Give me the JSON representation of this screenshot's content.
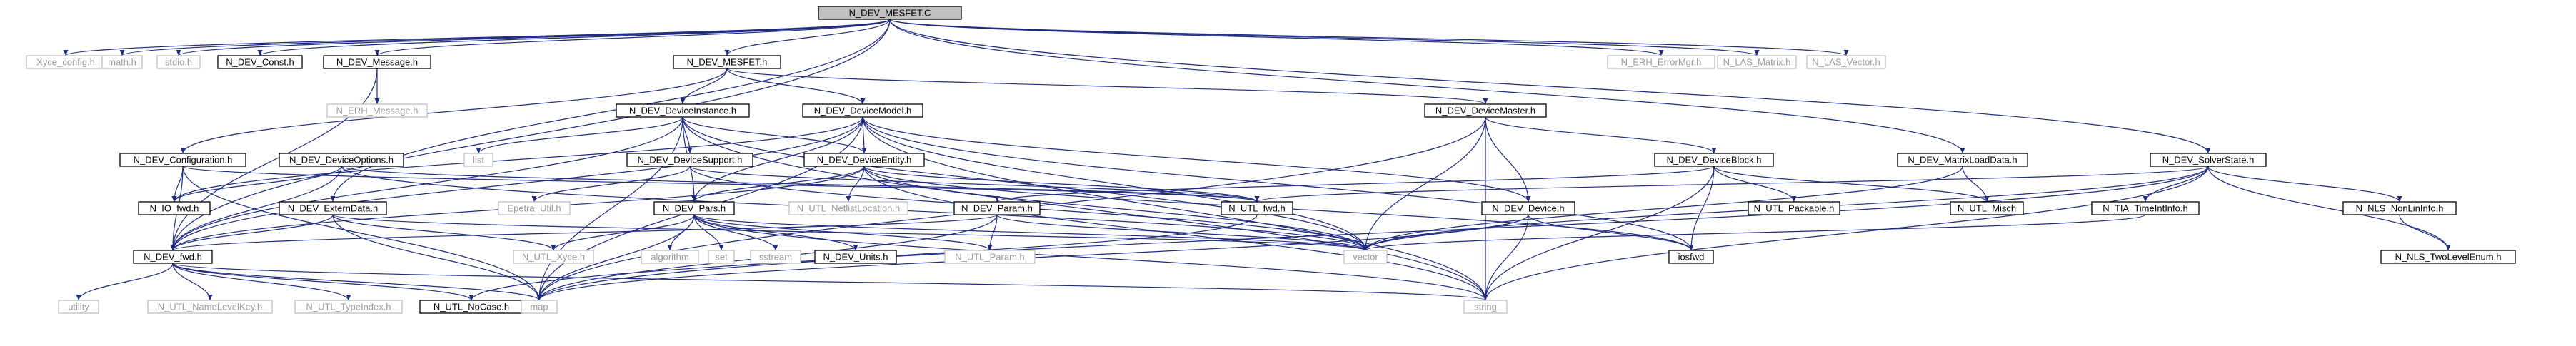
{
  "nodes": {
    "root": "N_DEV_MESFET.C",
    "xyce_config": "Xyce_config.h",
    "math": "math.h",
    "stdio": "stdio.h",
    "dev_const": "N_DEV_Const.h",
    "dev_message": "N_DEV_Message.h",
    "erh_message": "N_ERH_Message.h",
    "dev_mesfet_h": "N_DEV_MESFET.h",
    "erh_errormgr": "N_ERH_ErrorMgr.h",
    "las_matrix": "N_LAS_Matrix.h",
    "las_vector": "N_LAS_Vector.h",
    "dev_deviceinstance": "N_DEV_DeviceInstance.h",
    "dev_devicemodel": "N_DEV_DeviceModel.h",
    "dev_devicemaster": "N_DEV_DeviceMaster.h",
    "dev_configuration": "N_DEV_Configuration.h",
    "dev_deviceoptions": "N_DEV_DeviceOptions.h",
    "list": "list",
    "dev_devicesupport": "N_DEV_DeviceSupport.h",
    "dev_deviceentity": "N_DEV_DeviceEntity.h",
    "dev_deviceblock": "N_DEV_DeviceBlock.h",
    "dev_matrixloaddata": "N_DEV_MatrixLoadData.h",
    "dev_solverstate": "N_DEV_SolverState.h",
    "io_fwd": "N_IO_fwd.h",
    "dev_externdata": "N_DEV_ExternData.h",
    "epetra_util": "Epetra_Util.h",
    "dev_pars": "N_DEV_Pars.h",
    "utl_netlistlocation": "N_UTL_NetlistLocation.h",
    "utl_fwd": "N_UTL_fwd.h",
    "dev_param": "N_DEV_Param.h",
    "dev_device": "N_DEV_Device.h",
    "utl_packable": "N_UTL_Packable.h",
    "utl_misch": "N_UTL_Misch",
    "tia_timeintinfo": "N_TIA_TimeIntInfo.h",
    "nls_nonlininfo": "N_NLS_NonLinInfo.h",
    "dev_fwd": "N_DEV_fwd.h",
    "utl_xyce": "N_UTL_Xyce.h",
    "algorithm": "algorithm",
    "set": "set",
    "sstream": "sstream",
    "dev_units": "N_DEV_Units.h",
    "utl_param": "N_UTL_Param.h",
    "vector": "vector",
    "iosfwd": "iosfwd",
    "nls_twolevelenum": "N_NLS_TwoLevelEnum.h",
    "utility": "utility",
    "utl_namelevelkey": "N_UTL_NameLevelKey.h",
    "utl_typeindex": "N_UTL_TypeIndex.h",
    "utl_nocase": "N_UTL_NoCase.h",
    "map": "map",
    "string": "string"
  },
  "colors": {
    "edge": "#1f2b80",
    "root_fill": "#bfbfbf",
    "node_border": "#000000",
    "external_border": "#bfbfbf",
    "external_text": "#9a9a9a"
  }
}
